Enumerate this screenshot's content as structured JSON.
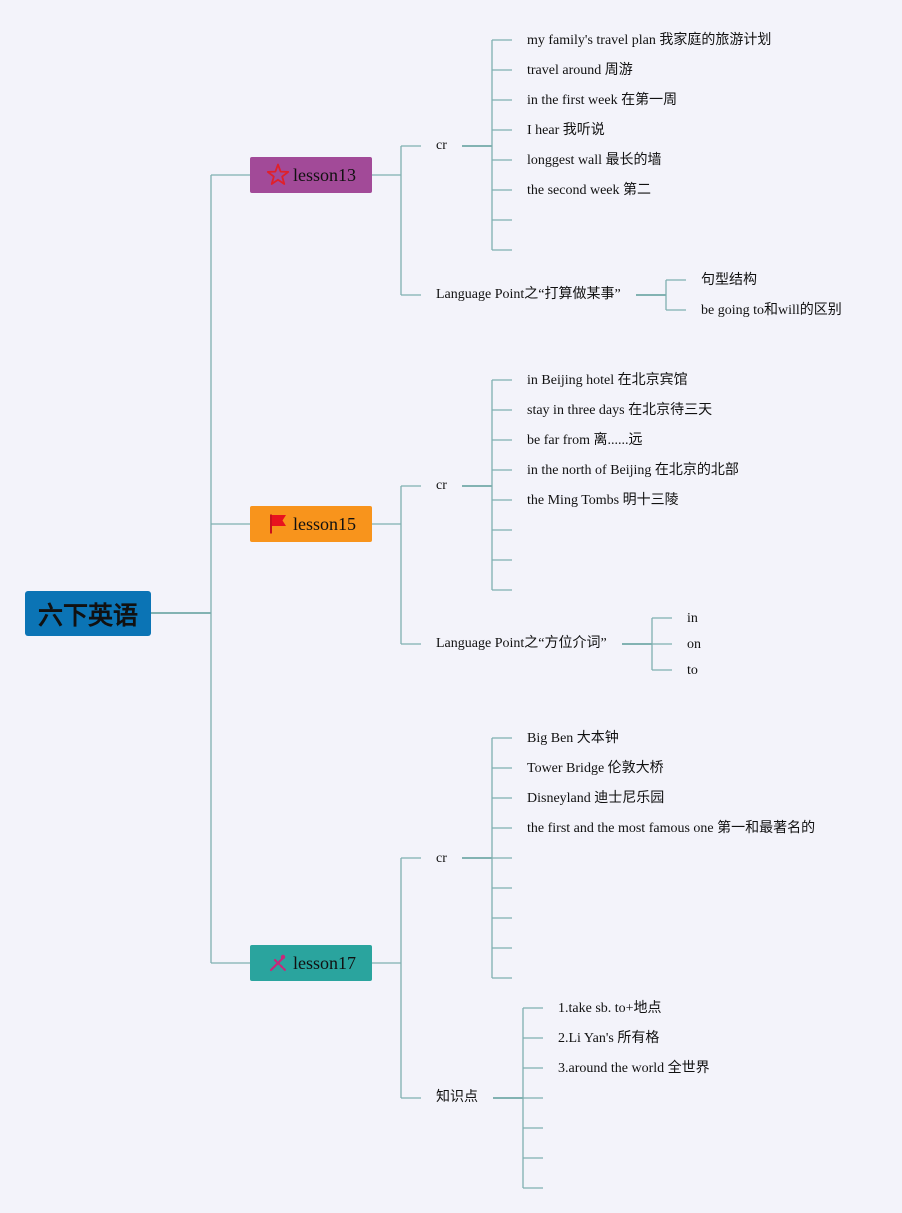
{
  "root": {
    "label": "六下英语"
  },
  "branches": [
    {
      "label": "lesson13",
      "icon": "star-icon",
      "color": "#a24a98",
      "children": [
        {
          "label": "cr",
          "items": [
            "my family's travel plan 我家庭的旅游计划",
            "travel around 周游",
            "in the first week 在第一周",
            "I hear 我听说",
            "longgest wall 最长的墙",
            "the second week 第二",
            "",
            ""
          ]
        },
        {
          "label": "Language Point之“打算做某事”",
          "items": [
            "句型结构",
            "be going to和will的区别"
          ]
        }
      ]
    },
    {
      "label": "lesson15",
      "icon": "flag-icon",
      "color": "#f8941c",
      "children": [
        {
          "label": "cr",
          "items": [
            "in Beijing hotel 在北京宾馆",
            "stay in three days 在北京待三天",
            "be far from 离......远",
            "in the north of Beijing 在北京的北部",
            "the Ming Tombs 明十三陵",
            "",
            "",
            ""
          ]
        },
        {
          "label": "Language Point之“方位介词”",
          "items": [
            "in",
            "on",
            "to"
          ]
        }
      ]
    },
    {
      "label": "lesson17",
      "icon": "tools-icon",
      "color": "#2aa49e",
      "children": [
        {
          "label": "cr",
          "items": [
            "Big Ben 大本钟",
            "Tower Bridge 伦敦大桥",
            "Disneyland 迪士尼乐园",
            "the first and the most famous one 第一和最著名的",
            "",
            "",
            "",
            "",
            ""
          ]
        },
        {
          "label": "知识点",
          "items": [
            "1.take sb. to+地点",
            "2.Li Yan's 所有格",
            "3.around the world 全世界",
            "",
            "",
            "",
            ""
          ]
        }
      ]
    }
  ]
}
